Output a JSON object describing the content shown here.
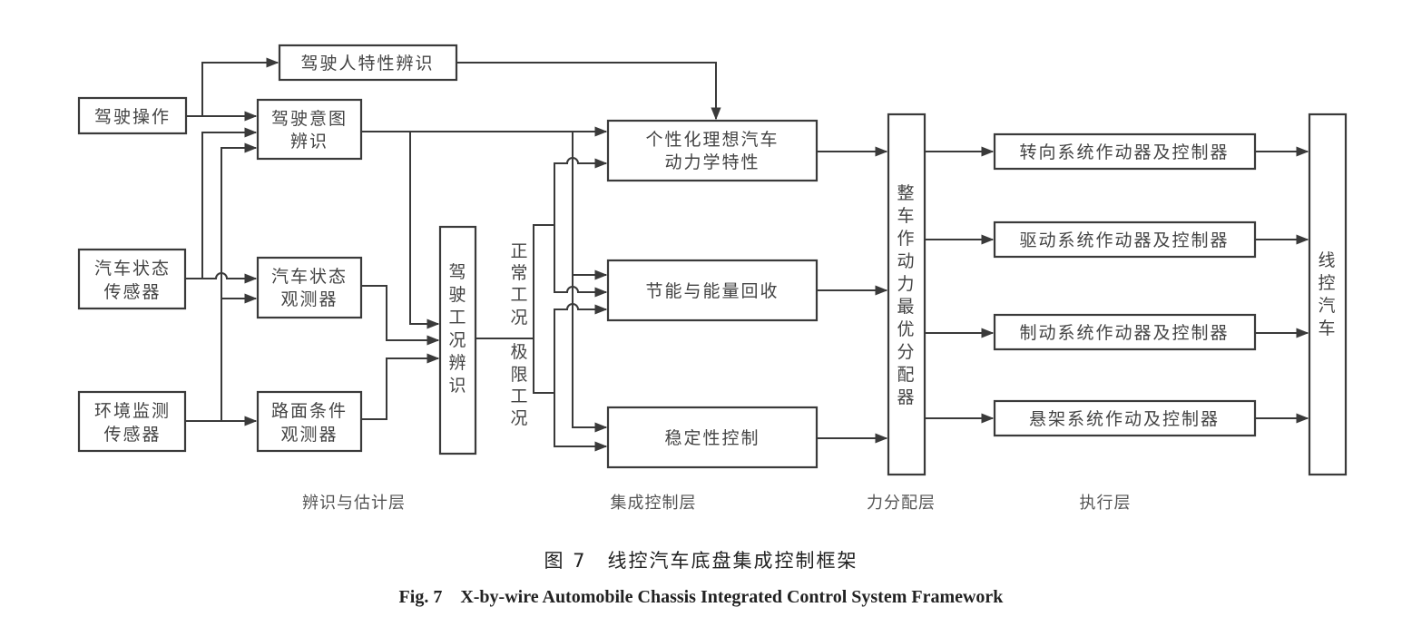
{
  "diagram": {
    "inputs": {
      "driver_operation": "驾驶操作",
      "vehicle_state_sensor": [
        "汽车状态",
        "传感器"
      ],
      "environment_sensor": [
        "环境监测",
        "传感器"
      ]
    },
    "identification": {
      "driver_characteristic": "驾驶人特性辨识",
      "driver_intent": [
        "驾驶意图",
        "辨识"
      ],
      "vehicle_state_observer": [
        "汽车状态",
        "观测器"
      ],
      "road_condition_observer": [
        "路面条件",
        "观测器"
      ],
      "driving_condition": [
        "驾",
        "驶",
        "工",
        "况",
        "辨",
        "识"
      ]
    },
    "branch_labels": {
      "normal": [
        "正",
        "常",
        "工",
        "况"
      ],
      "extreme": [
        "极",
        "限",
        "工",
        "况"
      ]
    },
    "integrated_control": {
      "ideal_dynamics": [
        "个性化理想汽车",
        "动力学特性"
      ],
      "energy_saving": "节能与能量回收",
      "stability": "稳定性控制"
    },
    "allocator": [
      "整",
      "车",
      "作",
      "动",
      "力",
      "最",
      "优",
      "分",
      "配",
      "器"
    ],
    "actuators": [
      "转向系统作动器及控制器",
      "驱动系统作动器及控制器",
      "制动系统作动器及控制器",
      "悬架系统作动及控制器"
    ],
    "vehicle": [
      "线",
      "控",
      "汽",
      "车"
    ],
    "layers": [
      "辨识与估计层",
      "集成控制层",
      "力分配层",
      "执行层"
    ]
  },
  "caption": {
    "cn": "图 7　线控汽车底盘集成控制框架",
    "en": "Fig. 7　X-by-wire Automobile Chassis Integrated Control System Framework"
  }
}
